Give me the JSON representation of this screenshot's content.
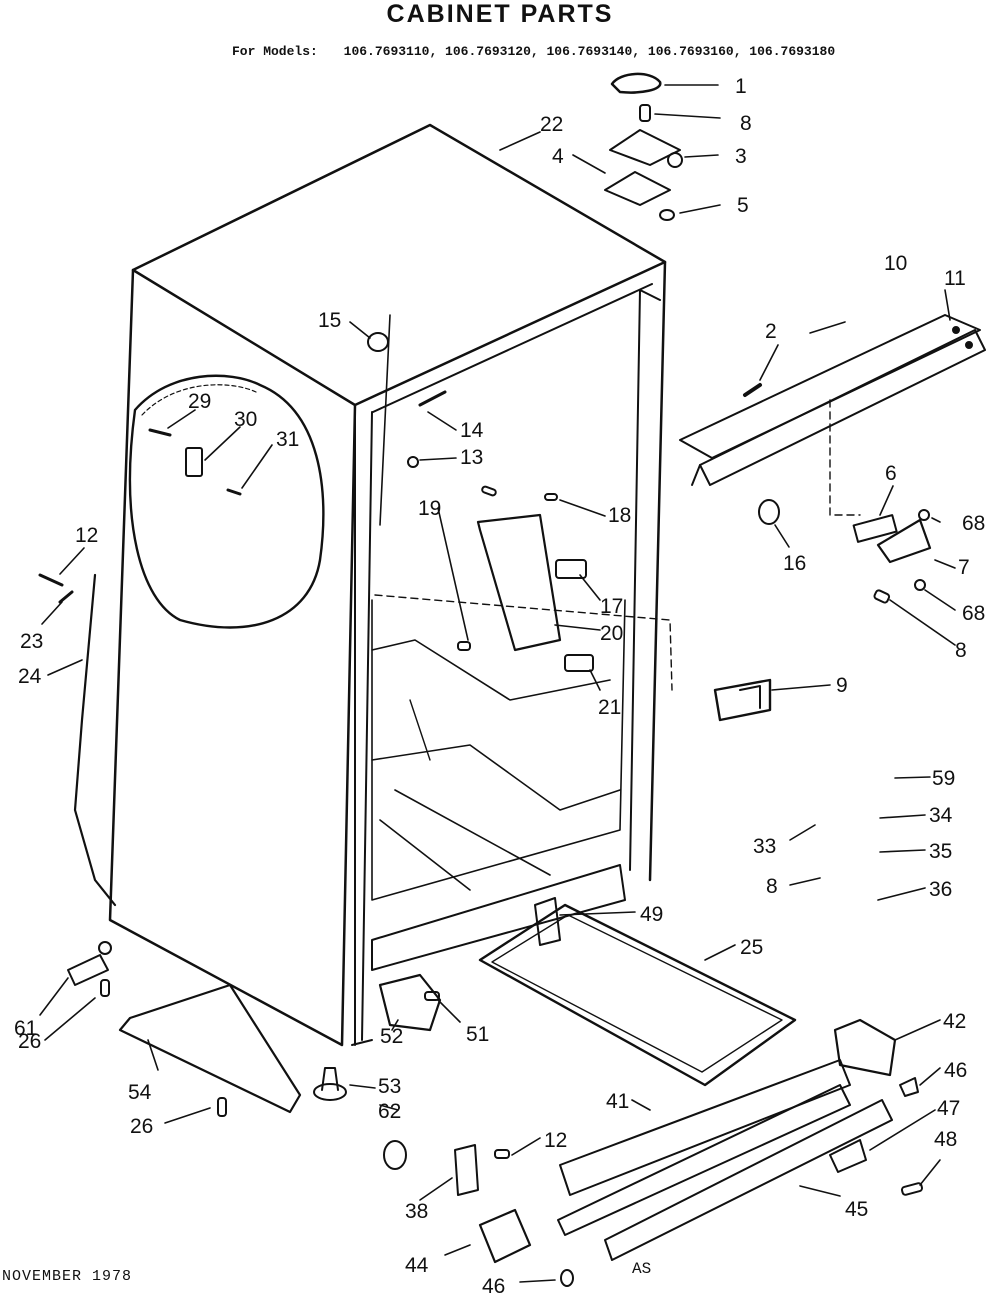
{
  "title": "CABINET PARTS",
  "models_label": "For Models:",
  "models": "106.7693110, 106.7693120, 106.7693140, 106.7693160, 106.7693180",
  "footer_date": "NOVEMBER 1978",
  "drawing_mark": "AS",
  "callouts": [
    {
      "id": "c1",
      "text": "1"
    },
    {
      "id": "c8a",
      "text": "8"
    },
    {
      "id": "c3",
      "text": "3"
    },
    {
      "id": "c4",
      "text": "4"
    },
    {
      "id": "c5",
      "text": "5"
    },
    {
      "id": "c22",
      "text": "22"
    },
    {
      "id": "c10",
      "text": "10"
    },
    {
      "id": "c11",
      "text": "11"
    },
    {
      "id": "c2",
      "text": "2"
    },
    {
      "id": "c15",
      "text": "15"
    },
    {
      "id": "c29",
      "text": "29"
    },
    {
      "id": "c30",
      "text": "30"
    },
    {
      "id": "c31",
      "text": "31"
    },
    {
      "id": "c14",
      "text": "14"
    },
    {
      "id": "c13",
      "text": "13"
    },
    {
      "id": "c16",
      "text": "16"
    },
    {
      "id": "c6",
      "text": "6"
    },
    {
      "id": "c68a",
      "text": "68"
    },
    {
      "id": "c7",
      "text": "7"
    },
    {
      "id": "c68b",
      "text": "68"
    },
    {
      "id": "c8b",
      "text": "8"
    },
    {
      "id": "c12a",
      "text": "12"
    },
    {
      "id": "c19",
      "text": "19"
    },
    {
      "id": "c18",
      "text": "18"
    },
    {
      "id": "c17",
      "text": "17"
    },
    {
      "id": "c20",
      "text": "20"
    },
    {
      "id": "c21",
      "text": "21"
    },
    {
      "id": "c23",
      "text": "23"
    },
    {
      "id": "c24",
      "text": "24"
    },
    {
      "id": "c9",
      "text": "9"
    },
    {
      "id": "c59",
      "text": "59"
    },
    {
      "id": "c34",
      "text": "34"
    },
    {
      "id": "c33",
      "text": "33"
    },
    {
      "id": "c35",
      "text": "35"
    },
    {
      "id": "c8c",
      "text": "8"
    },
    {
      "id": "c36",
      "text": "36"
    },
    {
      "id": "c49",
      "text": "49"
    },
    {
      "id": "c25",
      "text": "25"
    },
    {
      "id": "c61",
      "text": "61"
    },
    {
      "id": "c26a",
      "text": "26"
    },
    {
      "id": "c51",
      "text": "51"
    },
    {
      "id": "c42",
      "text": "42"
    },
    {
      "id": "c52",
      "text": "52"
    },
    {
      "id": "c54",
      "text": "54"
    },
    {
      "id": "c53",
      "text": "53"
    },
    {
      "id": "c46a",
      "text": "46"
    },
    {
      "id": "c62",
      "text": "62"
    },
    {
      "id": "c41",
      "text": "41"
    },
    {
      "id": "c47",
      "text": "47"
    },
    {
      "id": "c26b",
      "text": "26"
    },
    {
      "id": "c12b",
      "text": "12"
    },
    {
      "id": "c48",
      "text": "48"
    },
    {
      "id": "c38",
      "text": "38"
    },
    {
      "id": "c45",
      "text": "45"
    },
    {
      "id": "c44",
      "text": "44"
    },
    {
      "id": "c46b",
      "text": "46"
    }
  ]
}
